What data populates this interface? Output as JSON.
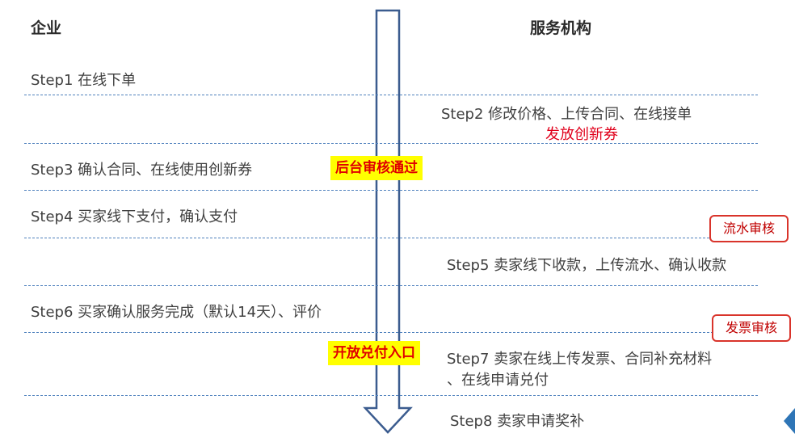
{
  "headers": {
    "left": "企业",
    "right": "服务机构"
  },
  "steps": {
    "step1": "Step1 在线下单",
    "step2": "Step2  修改价格、上传合同、在线接单",
    "step2_note": "发放创新券",
    "step3": "Step3  确认合同、在线使用创新券",
    "step4": "Step4  买家线下支付，确认支付",
    "step5": "Step5  卖家线下收款，上传流水、确认收款",
    "step6": "Step6  买家确认服务完成（默认14天）、评价",
    "step7_line1": "Step7  卖家在线上传发票、合同补充材料",
    "step7_line2": "、在线申请兑付",
    "step8": "Step8  卖家申请奖补"
  },
  "highlights": {
    "audit_passed": "后台审核通过",
    "open_redeem": "开放兑付入口"
  },
  "badges": {
    "flow_review": "流水审核",
    "invoice_review": "发票审核"
  },
  "icons": {
    "flow_arrow": "down-arrow-icon",
    "corner": "triangle-left-icon"
  },
  "colors": {
    "divider": "#4f81bd",
    "arrow": "#3b5c8f",
    "highlight_bg": "#ffff00",
    "highlight_text": "#e00000",
    "badge_border": "#d9342b",
    "corner_triangle": "#2e75b6"
  }
}
